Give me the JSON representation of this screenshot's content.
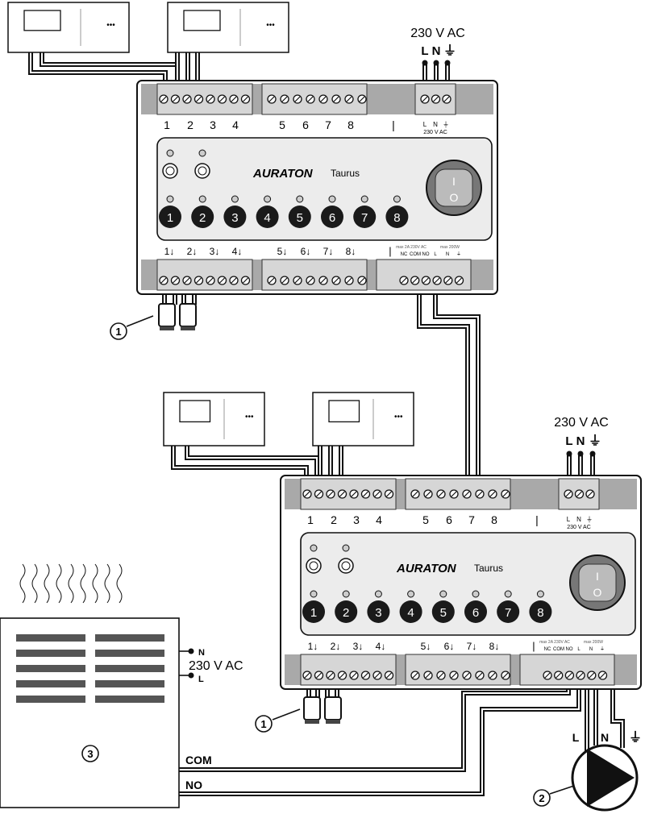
{
  "power_label": "230 V AC",
  "power_terminals": [
    "L",
    "N",
    "⏚"
  ],
  "module": {
    "brand": "AURATON",
    "model": "Taurus",
    "top_labels_a": [
      "1",
      "2",
      "3",
      "4"
    ],
    "top_labels_b": [
      "5",
      "6",
      "7",
      "8"
    ],
    "separator": "|",
    "power_small": [
      "L",
      "N",
      "⏚"
    ],
    "power_small_caption": "230 V AC",
    "zone_buttons": [
      "1",
      "2",
      "3",
      "4",
      "5",
      "6",
      "7",
      "8"
    ],
    "bottom_labels_a": [
      "1↓",
      "2↓",
      "3↓",
      "4↓"
    ],
    "bottom_labels_b": [
      "5↓",
      "6↓",
      "7↓",
      "8↓"
    ],
    "relay_caption": "max 2A 230V AC",
    "pump_caption": "max 200W",
    "relay_terminals": [
      "NC",
      "COM",
      "NO",
      "L",
      "N",
      "⏚"
    ],
    "power_switch": [
      "I",
      "O"
    ]
  },
  "thermostat_menu": "•••",
  "boiler": {
    "supply_label": "230 V AC",
    "supply_terminals": [
      "N",
      "L"
    ],
    "com_label": "COM",
    "no_label": "NO"
  },
  "pump_terminals": [
    "L",
    "N",
    "⏚"
  ],
  "callouts": [
    "1",
    "1",
    "2",
    "3"
  ]
}
